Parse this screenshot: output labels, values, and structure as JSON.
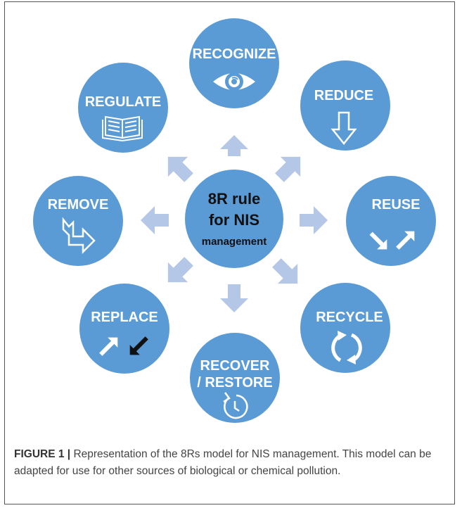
{
  "center": {
    "line1": "8R rule",
    "line2": "for NIS",
    "line3": "management"
  },
  "nodes": [
    {
      "key": "recognize",
      "label": "RECOGNIZE",
      "icon": "eye-icon"
    },
    {
      "key": "reduce",
      "label": "REDUCE",
      "icon": "arrow-down-icon"
    },
    {
      "key": "reuse",
      "label": "REUSE",
      "icon": "reuse-arrows-icon"
    },
    {
      "key": "recycle",
      "label": "RECYCLE",
      "icon": "recycle-icon"
    },
    {
      "key": "recover",
      "label": "RECOVER",
      "label2": "/ RESTORE",
      "icon": "restore-icon"
    },
    {
      "key": "replace",
      "label": "REPLACE",
      "icon": "replace-arrows-icon"
    },
    {
      "key": "remove",
      "label": "REMOVE",
      "icon": "remove-arrow-icon"
    },
    {
      "key": "regulate",
      "label": "REGULATE",
      "icon": "book-icon"
    }
  ],
  "caption": {
    "figure_label": "FIGURE 1 |",
    "text": " Representation of the 8Rs model for NIS management. This model can be adapted for use for other sources of biological or chemical pollution."
  },
  "colors": {
    "node_fill": "#5b9bd5",
    "arrow_fill": "#b4c7e7",
    "frame": "#555555"
  }
}
